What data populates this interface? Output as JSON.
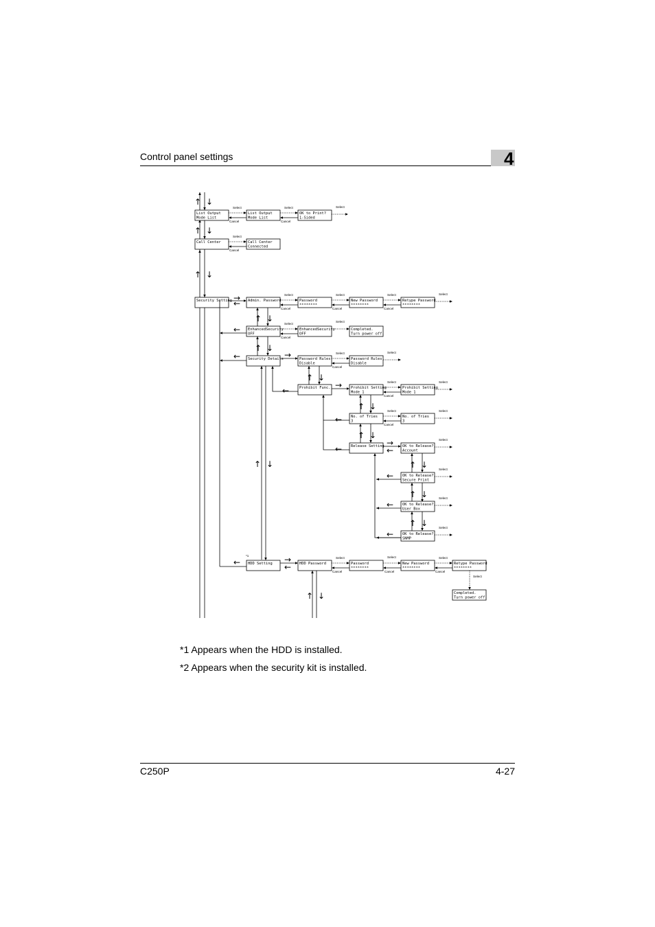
{
  "header": {
    "title": "Control panel settings",
    "chapter": "4"
  },
  "footer": {
    "model": "C250P",
    "page": "4-27"
  },
  "notes": [
    "*1 Appears when the HDD is installed.",
    "*2 Appears when the security kit is installed."
  ],
  "labels": {
    "select": "Select",
    "cancel": "Cancel",
    "note1": "*1",
    "up_arrow": "↑",
    "down_arrow": "↓",
    "left_arrow": "←",
    "right_arrow": "→"
  },
  "boxes": {
    "list_output": [
      "List Output",
      "Mode List"
    ],
    "list_output_2": [
      "List Output",
      "Mode List"
    ],
    "ok_print": [
      "OK to Print?",
      "1-Sided"
    ],
    "call_center": [
      "Call Center",
      ""
    ],
    "call_center_2": [
      "Call Center",
      "Connected"
    ],
    "security_setting": [
      "Security Setting",
      ""
    ],
    "admin_password": [
      "Admin. Password",
      ""
    ],
    "password_1": [
      "Password",
      "********"
    ],
    "new_password_1": [
      "New Password",
      "********"
    ],
    "retype_password_1": [
      "Retype Password",
      "********"
    ],
    "enhanced_security": [
      "EnhancedSecurity",
      "OFF"
    ],
    "enhanced_security_2": [
      "EnhancedSecurity",
      "OFF"
    ],
    "completed_1": [
      "Completed.",
      "Turn power off."
    ],
    "security_details": [
      "Security Details",
      ""
    ],
    "password_rules": [
      "Password Rules",
      "Disable"
    ],
    "password_rules_2": [
      "Password Rules",
      "Disable"
    ],
    "prohibit_func": [
      "Prohibit Func.",
      ""
    ],
    "prohibit_setting": [
      "Prohibit Setting",
      "Mode 1"
    ],
    "prohibit_setting_2": [
      "Prohibit Setting",
      "Mode 1"
    ],
    "no_of_tries": [
      "No. of Tries",
      "3"
    ],
    "no_of_tries_2": [
      "No. of Tries",
      "3"
    ],
    "release_setting": [
      "Release Setting",
      ""
    ],
    "ok_release_account": [
      "OK to Release?",
      "Account"
    ],
    "ok_release_secure": [
      "OK to Release?",
      "Secure Print"
    ],
    "ok_release_userbox": [
      "OK to Release?",
      "User Box"
    ],
    "ok_release_snmp": [
      "OK to Release?",
      "SNMP"
    ],
    "hdd_setting": [
      "HDD Setting",
      ""
    ],
    "hdd_password": [
      "HDD Password",
      ""
    ],
    "password_2": [
      "Password",
      "********"
    ],
    "new_password_2": [
      "New Password",
      "********"
    ],
    "retype_password_2": [
      "Retype Password",
      "********"
    ],
    "completed_2": [
      "Completed.",
      "Turn power off."
    ]
  }
}
